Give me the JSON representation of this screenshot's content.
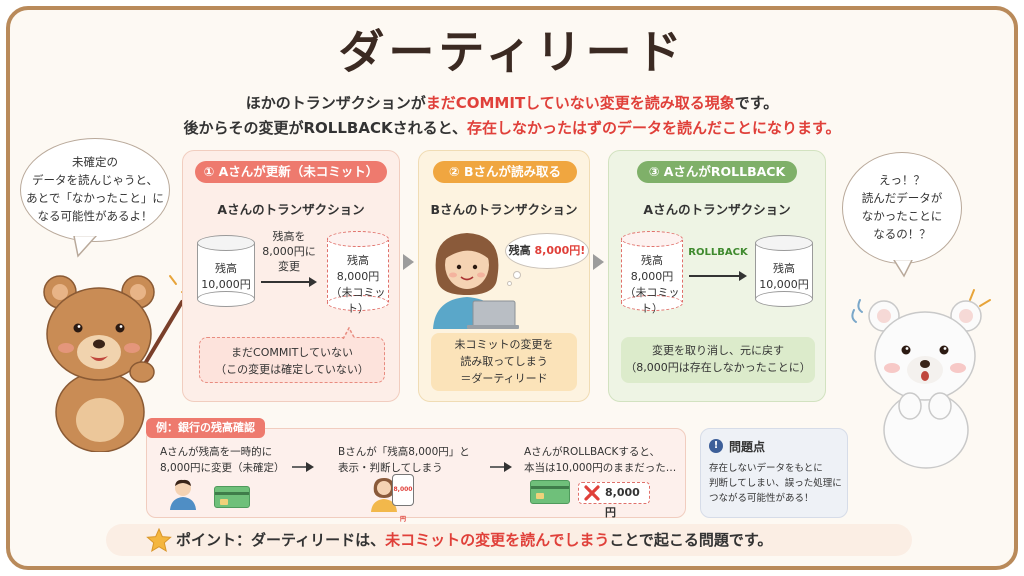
{
  "title": "ダーティリード",
  "subtitle": {
    "line1_pre": "ほかのトランザクションが",
    "line1_red": "まだCOMMITしていない変更を読み取る現象",
    "line1_post": "です。",
    "line2_pre": "後からその変更がROLLBACKされると、",
    "line2_red": "存在しなかったはずのデータを読んだことになります。"
  },
  "left_bubble": [
    "未確定の",
    "データを読んじゃうと、",
    "あとで「なかったこと」に",
    "なる可能性があるよ！"
  ],
  "right_bubble": [
    "えっ！？",
    "読んだデータが",
    "なかったことに",
    "なるの！？"
  ],
  "step1": {
    "pill": "① Aさんが更新（未コミット）",
    "title": "Aさんのトランザクション",
    "db_before": [
      "残高",
      "10,000円"
    ],
    "arrow_label": [
      "残高を",
      "8,000円に",
      "変更"
    ],
    "db_after": [
      "残高",
      "8,000円",
      "（未コミット）"
    ],
    "note": [
      "まだCOMMITしていない",
      "（この変更は確定していない）"
    ],
    "color": "#ee7a6e"
  },
  "step2": {
    "pill": "② Bさんが読み取る",
    "title": "Bさんのトランザクション",
    "thought_pre": "残高 ",
    "thought_red": "8,000円!",
    "note": [
      "未コミットの変更を",
      "読み取ってしまう",
      "＝ダーティリード"
    ],
    "color": "#f0a640"
  },
  "step3": {
    "pill": "③ AさんがROLLBACK",
    "title": "Aさんのトランザクション",
    "db_before": [
      "残高",
      "8,000円",
      "（未コミット）"
    ],
    "arrow_label": "ROLLBACK",
    "db_after": [
      "残高",
      "10,000円"
    ],
    "note": [
      "変更を取り消し、元に戻す",
      "（8,000円は存在しなかったことに）"
    ],
    "color": "#7fb069"
  },
  "example": {
    "label": "例：銀行の残高確認",
    "col1": [
      "Aさんが残高を一時的に",
      "8,000円に変更（未確定）"
    ],
    "col2": [
      "Bさんが「残高8,000円」と",
      "表示・判断してしまう"
    ],
    "col3": [
      "AさんがROLLBACKすると、",
      "本当は10,000円のままだった…"
    ],
    "phone_text": "8,000円",
    "crossed_amount": "8,000円"
  },
  "issue": {
    "title": "問題点",
    "lines": [
      "存在しないデータをもとに",
      "判断してしまい、誤った処理に",
      "つながる可能性がある！"
    ]
  },
  "point": {
    "pre": "ポイント：ダーティリードは、",
    "red": "未コミットの変更を読んでしまう",
    "post": "ことで起こる問題です。"
  }
}
